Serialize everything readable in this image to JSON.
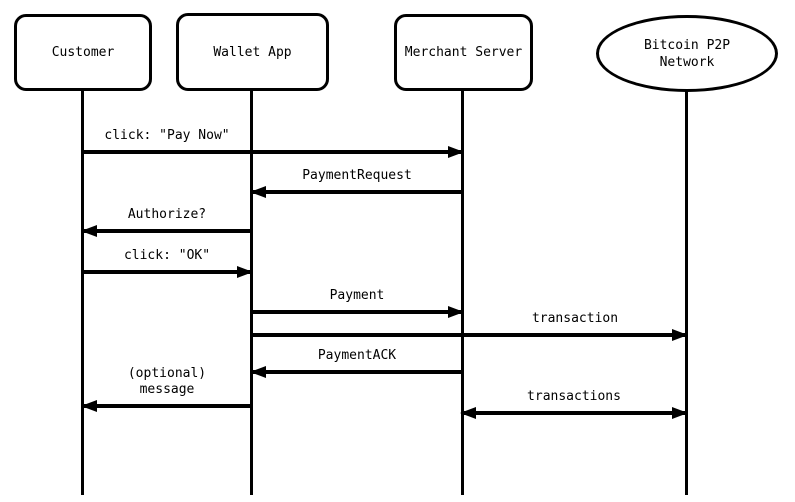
{
  "diagram": {
    "type": "sequence-diagram",
    "subject": "Bitcoin payment protocol flow",
    "participants": [
      {
        "name": "Customer",
        "shape": "rounded-rect"
      },
      {
        "name": "Wallet App",
        "shape": "rounded-rect"
      },
      {
        "name": "Merchant Server",
        "shape": "rounded-rect"
      },
      {
        "name": "Bitcoin P2P Network",
        "name_line1": "Bitcoin P2P",
        "name_line2": "Network",
        "shape": "ellipse"
      }
    ],
    "messages": [
      {
        "label": "click: \"Pay Now\"",
        "from": "Customer",
        "to": "Merchant Server",
        "direction": "right"
      },
      {
        "label": "PaymentRequest",
        "from": "Merchant Server",
        "to": "Wallet App",
        "direction": "left"
      },
      {
        "label": "Authorize?",
        "from": "Wallet App",
        "to": "Customer",
        "direction": "left"
      },
      {
        "label": "click: \"OK\"",
        "from": "Customer",
        "to": "Wallet App",
        "direction": "right"
      },
      {
        "label": "Payment",
        "from": "Wallet App",
        "to": "Merchant Server",
        "direction": "right"
      },
      {
        "label": "transaction",
        "from": "Wallet App",
        "to": "Bitcoin P2P Network",
        "direction": "right"
      },
      {
        "label": "PaymentACK",
        "from": "Merchant Server",
        "to": "Wallet App",
        "direction": "left"
      },
      {
        "label": "(optional) message",
        "label_line1": "(optional)",
        "label_line2": "message",
        "from": "Wallet App",
        "to": "Customer",
        "direction": "left"
      },
      {
        "label": "transactions",
        "from": "Merchant Server",
        "to": "Bitcoin P2P Network",
        "direction": "both"
      }
    ],
    "colors": {
      "line": "#000000",
      "text": "#000000",
      "shape_fill": "#ffffff",
      "background": "#ffffff"
    }
  }
}
